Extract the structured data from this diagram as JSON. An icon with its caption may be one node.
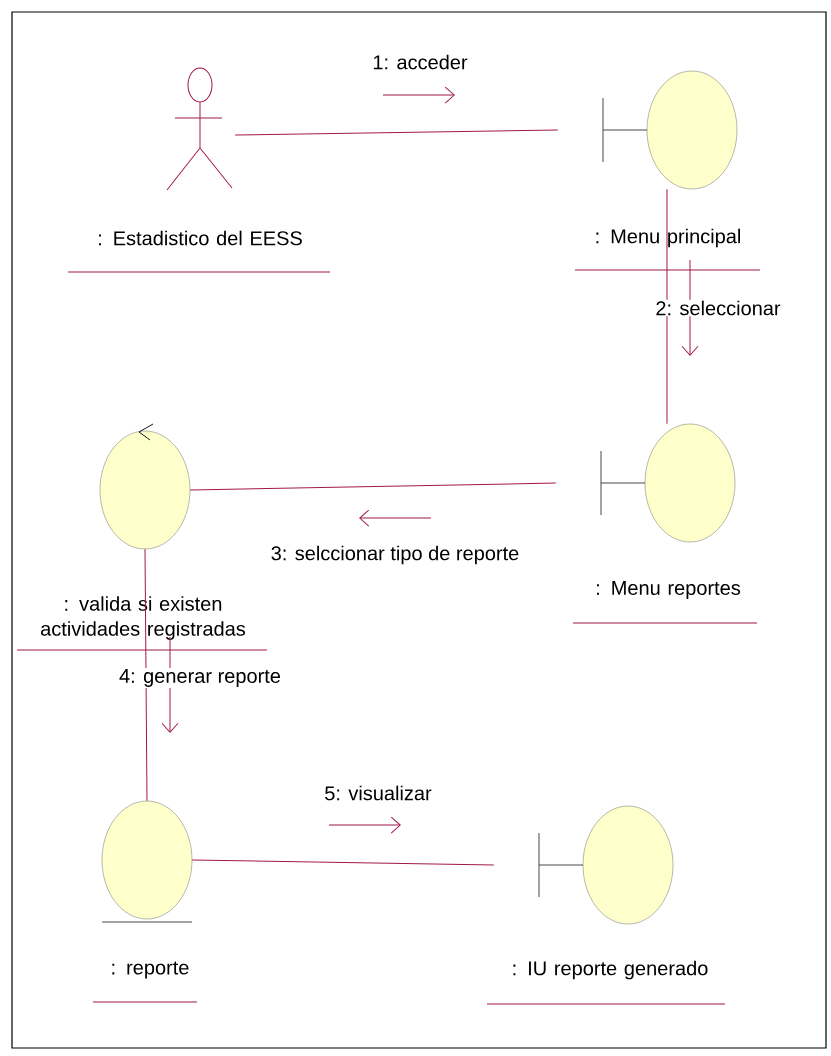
{
  "diagram": {
    "nodes": [
      {
        "text": [
          ": Estadistico del EESS"
        ]
      },
      {
        "text": [
          ": Menu principal"
        ]
      },
      {
        "text": [
          ": Menu reportes"
        ]
      },
      {
        "text": [
          ": valida si existen actividades registradas"
        ]
      },
      {
        "text": [
          ": reporte"
        ]
      },
      {
        "text": [
          ": IU reporte generado"
        ]
      }
    ],
    "edges": [
      {
        "from": 0,
        "to": 1,
        "arrow": "none",
        "label": "1: acceder"
      },
      {
        "from": 1,
        "to": 2,
        "arrow": "none",
        "label": "2: seleccionar"
      },
      {
        "from": 2,
        "to": 3,
        "arrow": "none",
        "label": "3: selccionar tipo de reporte"
      },
      {
        "from": 3,
        "to": 4,
        "arrow": "none",
        "label": "4: generar reporte"
      },
      {
        "from": 4,
        "to": 5,
        "arrow": "none",
        "label": "5: visualizar"
      }
    ]
  }
}
